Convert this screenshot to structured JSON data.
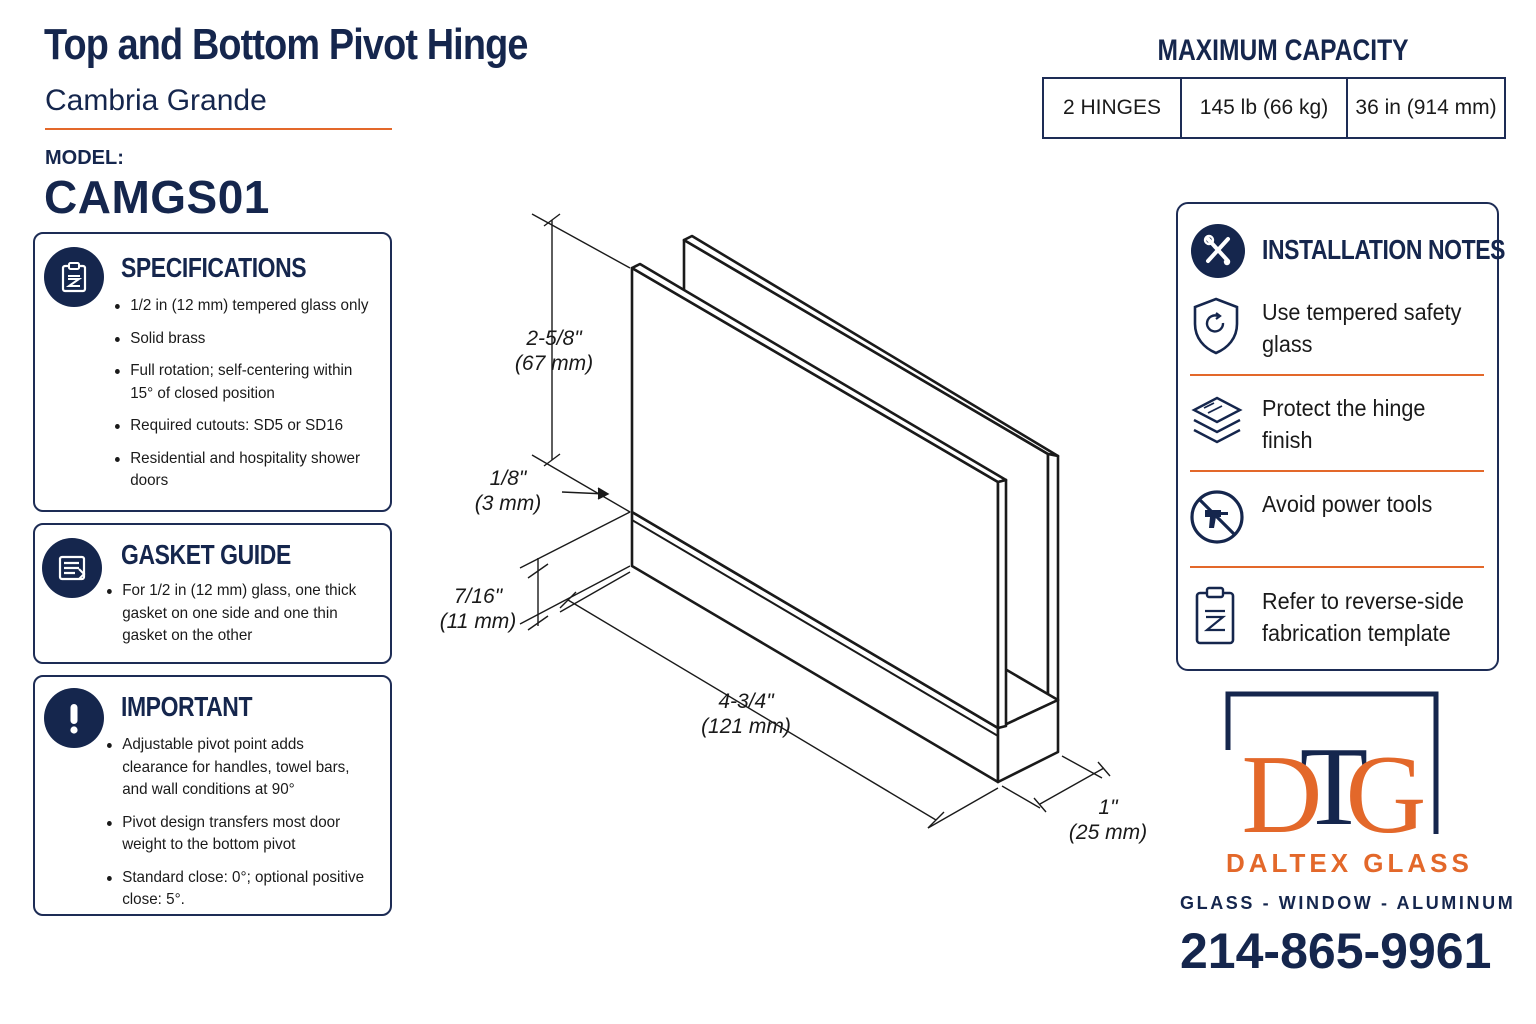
{
  "header": {
    "title": "Top and Bottom Pivot Hinge",
    "subtitle": "Cambria Grande",
    "model_label": "MODEL:",
    "model_value": "CAMGS01"
  },
  "specifications": {
    "heading": "SPECIFICATIONS",
    "icon": "clipboard-icon",
    "items": [
      "1/2 in (12 mm) tempered glass only",
      "Solid brass",
      "Full rotation; self-centering within 15° of closed position",
      "Required cutouts: SD5 or SD16",
      "Residential and hospitality shower doors"
    ]
  },
  "gasket_guide": {
    "heading": "GASKET GUIDE",
    "icon": "gasket-layers-icon",
    "items": [
      "For 1/2 in (12 mm) glass, one thick gasket on one side and one thin gasket on the other"
    ]
  },
  "important": {
    "heading": "IMPORTANT",
    "icon": "exclamation-icon",
    "items": [
      "Adjustable pivot point adds clearance for handles, towel bars, and wall conditions at 90°",
      "Pivot design transfers most door weight to the bottom pivot",
      "Standard close: 0°; optional positive close: 5°."
    ]
  },
  "capacity": {
    "heading": "MAXIMUM CAPACITY",
    "cells": [
      "2 HINGES",
      "145 lb (66 kg)",
      "36 in (914 mm)"
    ]
  },
  "installation_notes": {
    "heading": "INSTALLATION NOTES",
    "icon": "tools-icon",
    "items": [
      {
        "text": "Use tempered safety glass",
        "icon": "shield-icon"
      },
      {
        "text": "Protect the hinge finish",
        "icon": "layers-icon"
      },
      {
        "text": "Avoid power tools",
        "icon": "no-drill-icon"
      },
      {
        "text": "Refer to reverse-side fabrication template",
        "icon": "clipboard-icon"
      }
    ]
  },
  "drawing": {
    "dimensions": [
      {
        "imperial": "2-5/8\"",
        "metric": "(67 mm)"
      },
      {
        "imperial": "1/8\"",
        "metric": "(3 mm)"
      },
      {
        "imperial": "7/16\"",
        "metric": "(11 mm)"
      },
      {
        "imperial": "4-3/4\"",
        "metric": "(121 mm)"
      },
      {
        "imperial": "1\"",
        "metric": "(25 mm)"
      }
    ]
  },
  "brand": {
    "logo_letters": "DTG",
    "name": "DALTEX GLASS",
    "tagline": "GLASS - WINDOW - ALUMINUM",
    "phone": "214-865-9961",
    "colors": {
      "navy": "#15264d",
      "orange": "#e3682a"
    }
  }
}
